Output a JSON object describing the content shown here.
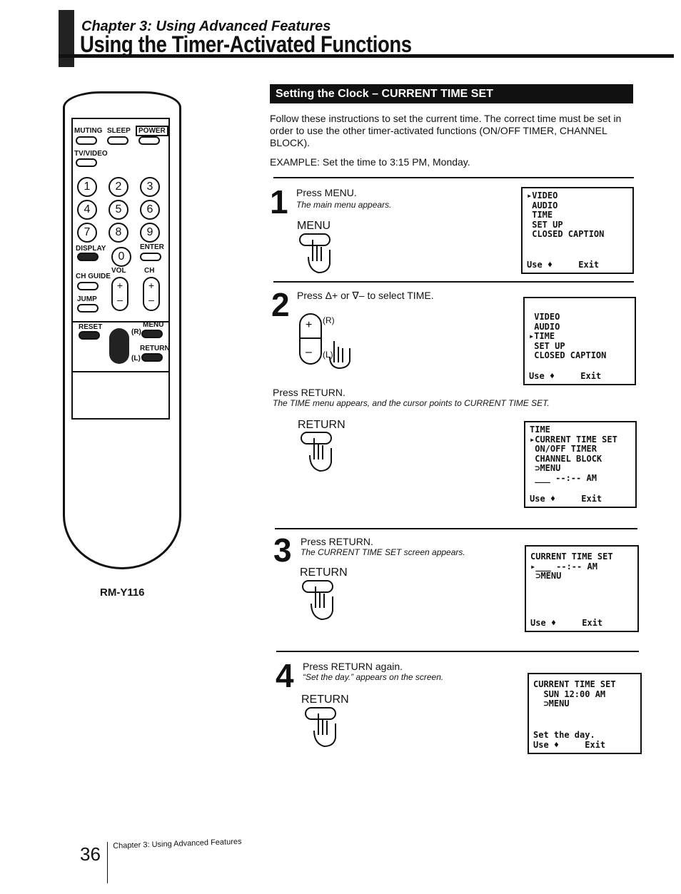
{
  "header": {
    "chapter": "Chapter 3: Using Advanced Features",
    "title": "Using the Timer-Activated Functions"
  },
  "remote": {
    "model": "RM-Y116",
    "labels": {
      "muting": "MUTING",
      "sleep": "SLEEP",
      "power": "POWER",
      "tvvideo": "TV/VIDEO",
      "display": "DISPLAY",
      "enter": "ENTER",
      "chguide": "CH GUIDE",
      "vol": "VOL",
      "ch": "CH",
      "jump": "JUMP",
      "reset": "RESET",
      "menu": "MENU",
      "return": "RETURN",
      "r": "(R)",
      "l": "(L)"
    },
    "digits": [
      "1",
      "2",
      "3",
      "4",
      "5",
      "6",
      "7",
      "8",
      "9",
      "0"
    ]
  },
  "section": {
    "title": "Setting the Clock – CURRENT TIME SET",
    "intro": "Follow these instructions to set the current time. The correct time must be set in order to use the other timer-activated functions (ON/OFF TIMER, CHANNEL BLOCK).",
    "example": "EXAMPLE: Set the time to 3:15 PM, Monday."
  },
  "steps": [
    {
      "num": "1",
      "text": "Press MENU.",
      "note": "The main menu appears.",
      "button": "MENU",
      "osd": [
        "▸VIDEO",
        " AUDIO",
        " TIME",
        " SET UP",
        " CLOSED CAPTION"
      ],
      "osd_foot": "Use ♦     Exit"
    },
    {
      "num": "2",
      "text": "Press Δ+ or ∇– to select TIME.",
      "r": "(R)",
      "l": "(L)",
      "osd": [
        " VIDEO",
        " AUDIO",
        "▸TIME",
        " SET UP",
        " CLOSED CAPTION"
      ],
      "osd_foot": "Use ♦     Exit",
      "sub_text": "Press RETURN.",
      "sub_note": "The TIME menu appears, and the cursor points to CURRENT TIME SET.",
      "sub_button": "RETURN",
      "sub_osd": [
        "TIME",
        "▸CURRENT TIME SET",
        " ON/OFF TIMER",
        " CHANNEL BLOCK",
        " ⊃MENU",
        "",
        " ___ --:-- AM"
      ],
      "sub_osd_foot": "Use ♦     Exit"
    },
    {
      "num": "3",
      "text": "Press RETURN.",
      "note": "The CURRENT TIME SET screen appears.",
      "button": "RETURN",
      "osd": [
        "CURRENT TIME SET",
        "",
        "▸___ --:-- AM",
        " ⊃MENU"
      ],
      "osd_foot": "Use ♦     Exit"
    },
    {
      "num": "4",
      "text": "Press RETURN again.",
      "note": "“Set the day.” appears on the screen.",
      "button": "RETURN",
      "osd": [
        "CURRENT TIME SET",
        "",
        "  SUN 12:00 AM",
        "  ⊃MENU"
      ],
      "osd_foot": "Set the day.\nUse ♦     Exit"
    }
  ],
  "footer": {
    "page": "36",
    "chapter": "Chapter 3: Using Advanced Features"
  }
}
